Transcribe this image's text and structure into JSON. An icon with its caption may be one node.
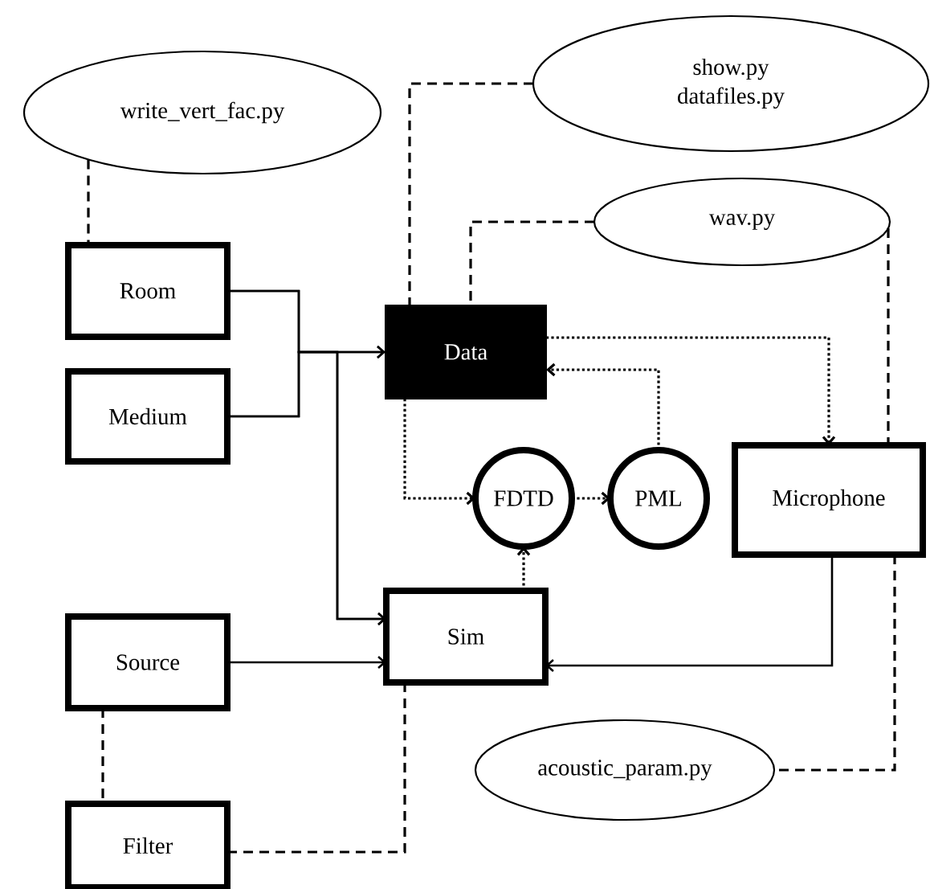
{
  "diagram": {
    "nodes": [
      {
        "text": [
          "write_vert_fac.py"
        ]
      },
      {
        "text": [
          "show.py",
          "datafiles.py"
        ]
      },
      {
        "text": [
          "wav.py"
        ]
      },
      {
        "text": [
          "Room"
        ]
      },
      {
        "text": [
          "Data"
        ]
      },
      {
        "text": [
          "Medium"
        ]
      },
      {
        "text": [
          "FDTD"
        ]
      },
      {
        "text": [
          "PML"
        ]
      },
      {
        "text": [
          "Microphone"
        ]
      },
      {
        "text": [
          "Sim"
        ]
      },
      {
        "text": [
          "Source"
        ]
      },
      {
        "text": [
          "acoustic_param.py"
        ]
      },
      {
        "text": [
          "Filter"
        ]
      }
    ],
    "edges": [
      {
        "from": 0,
        "to": 3,
        "arrow": "none",
        "style": "dashed"
      },
      {
        "from": 1,
        "to": 4,
        "arrow": "none",
        "style": "dashed"
      },
      {
        "from": 2,
        "to": 4,
        "arrow": "none",
        "style": "dashed"
      },
      {
        "from": 2,
        "to": 8,
        "arrow": "none",
        "style": "dashed"
      },
      {
        "from": 3,
        "to": 4,
        "arrow": "to"
      },
      {
        "from": 5,
        "to": 4,
        "arrow": "to"
      },
      {
        "from": 3,
        "to": 9,
        "arrow": "to"
      },
      {
        "from": 5,
        "to": 9,
        "arrow": "to"
      },
      {
        "from": 4,
        "to": 6,
        "arrow": "to",
        "style": "dashed"
      },
      {
        "from": 6,
        "to": 7,
        "arrow": "to",
        "style": "dashed"
      },
      {
        "from": 7,
        "to": 4,
        "arrow": "to",
        "style": "dashed"
      },
      {
        "from": 4,
        "to": 8,
        "arrow": "to",
        "style": "dashed"
      },
      {
        "from": 9,
        "to": 6,
        "arrow": "to",
        "style": "dashed"
      },
      {
        "from": 10,
        "to": 9,
        "arrow": "to"
      },
      {
        "from": 8,
        "to": 9,
        "arrow": "to"
      },
      {
        "from": 10,
        "to": 12,
        "arrow": "none",
        "style": "dashed"
      },
      {
        "from": 12,
        "to": 9,
        "arrow": "none",
        "style": "dashed"
      },
      {
        "from": 8,
        "to": 11,
        "arrow": "none",
        "style": "dashed"
      }
    ]
  }
}
